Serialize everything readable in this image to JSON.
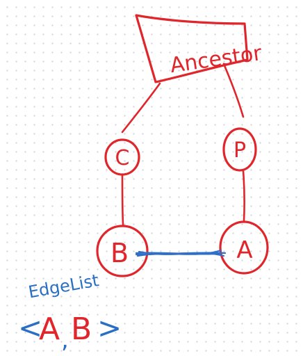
{
  "nodes": {
    "ancestor": {
      "label": "Ancestor"
    },
    "c": {
      "label": "C"
    },
    "p": {
      "label": "P"
    },
    "b": {
      "label": "B"
    },
    "a": {
      "label": "A"
    }
  },
  "note": {
    "title": "EdgeList",
    "open_bracket": "<",
    "first": "A",
    "comma": ",",
    "second": "B",
    "close_bracket": ">"
  },
  "colors": {
    "red_ink": "#e0252b",
    "blue_ink": "#2a6fc4",
    "grid_dot": "#cfd3d8"
  }
}
